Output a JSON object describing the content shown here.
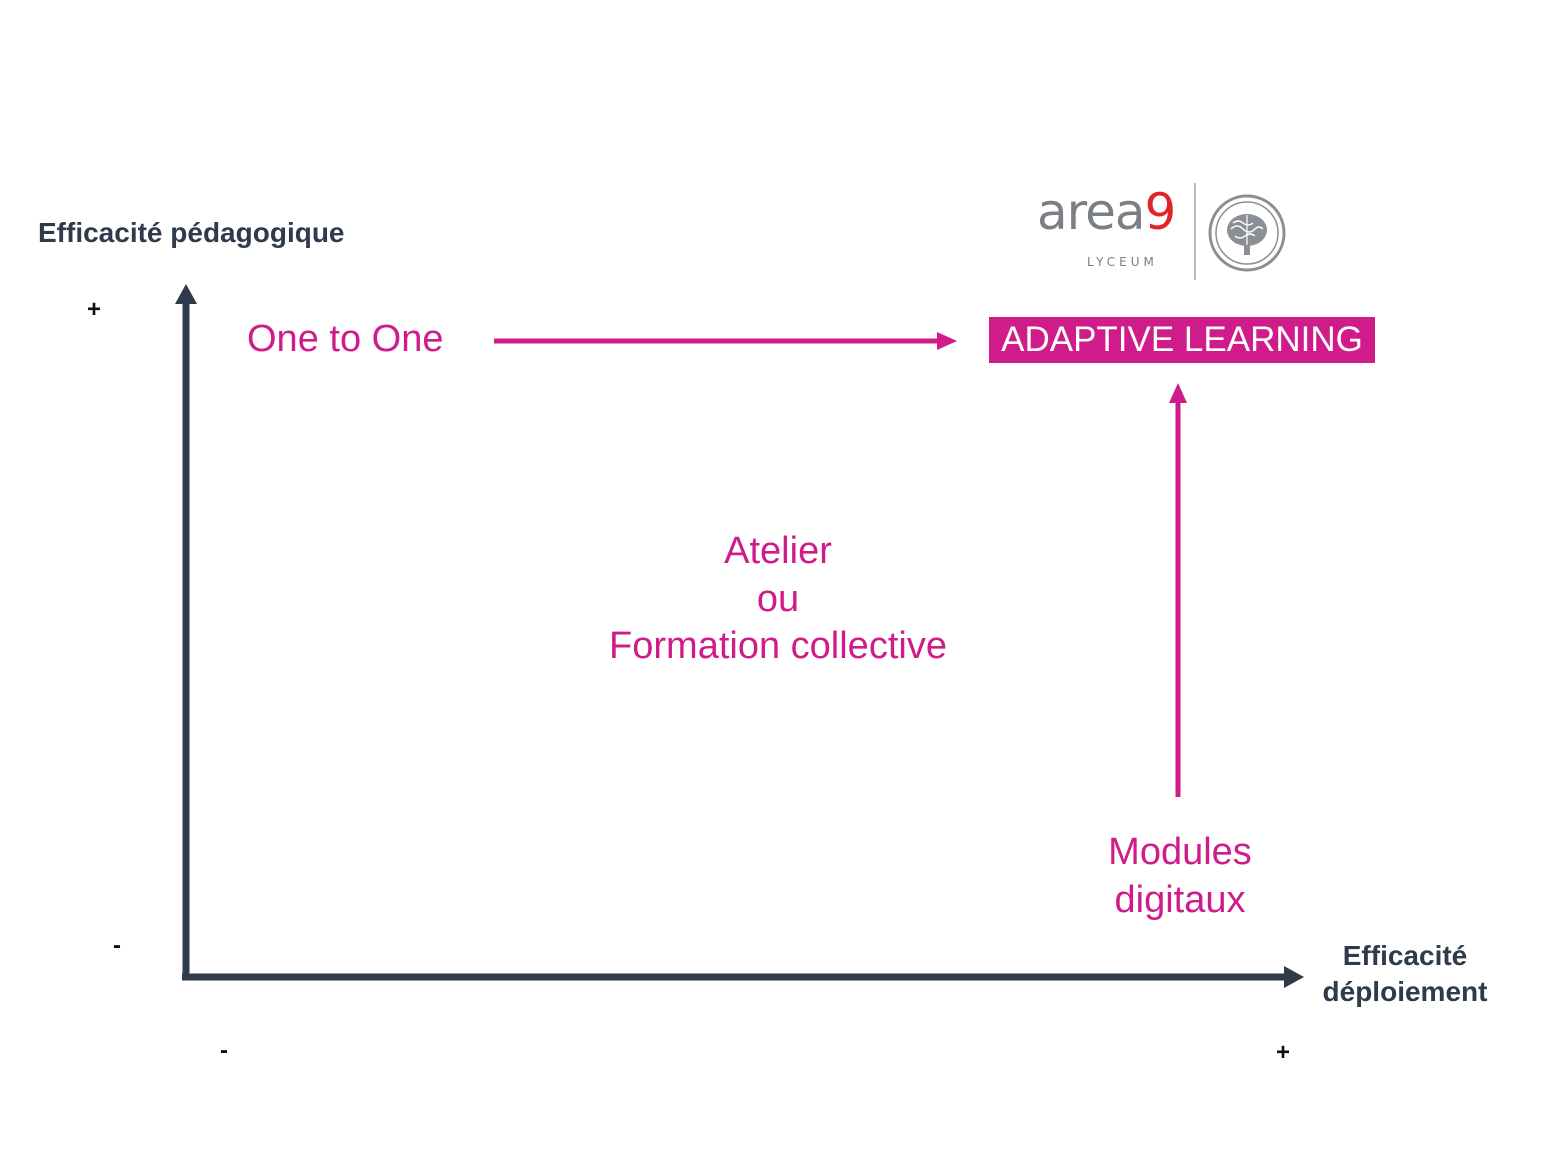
{
  "axes": {
    "y_title": "Efficacité pédagogique",
    "x_title_line1": "Efficacité",
    "x_title_line2": "déploiement",
    "y_plus": "+",
    "y_minus": "-",
    "x_minus": "-",
    "x_plus": "+"
  },
  "nodes": {
    "one_to_one": "One to One",
    "adaptive_learning": "ADAPTIVE LEARNING",
    "atelier_line1": "Atelier",
    "atelier_line2": "ou",
    "atelier_line3": "Formation collective",
    "modules_line1": "Modules",
    "modules_line2": "digitaux"
  },
  "logo": {
    "word": "area",
    "digit": "9",
    "sub": "LYCEUM",
    "emblem_icon": "brain-icon"
  },
  "colors": {
    "accent": "#cf1c8a",
    "axis": "#2f3a4b",
    "logo_gray": "#7a7f86",
    "logo_red": "#e0242b"
  }
}
